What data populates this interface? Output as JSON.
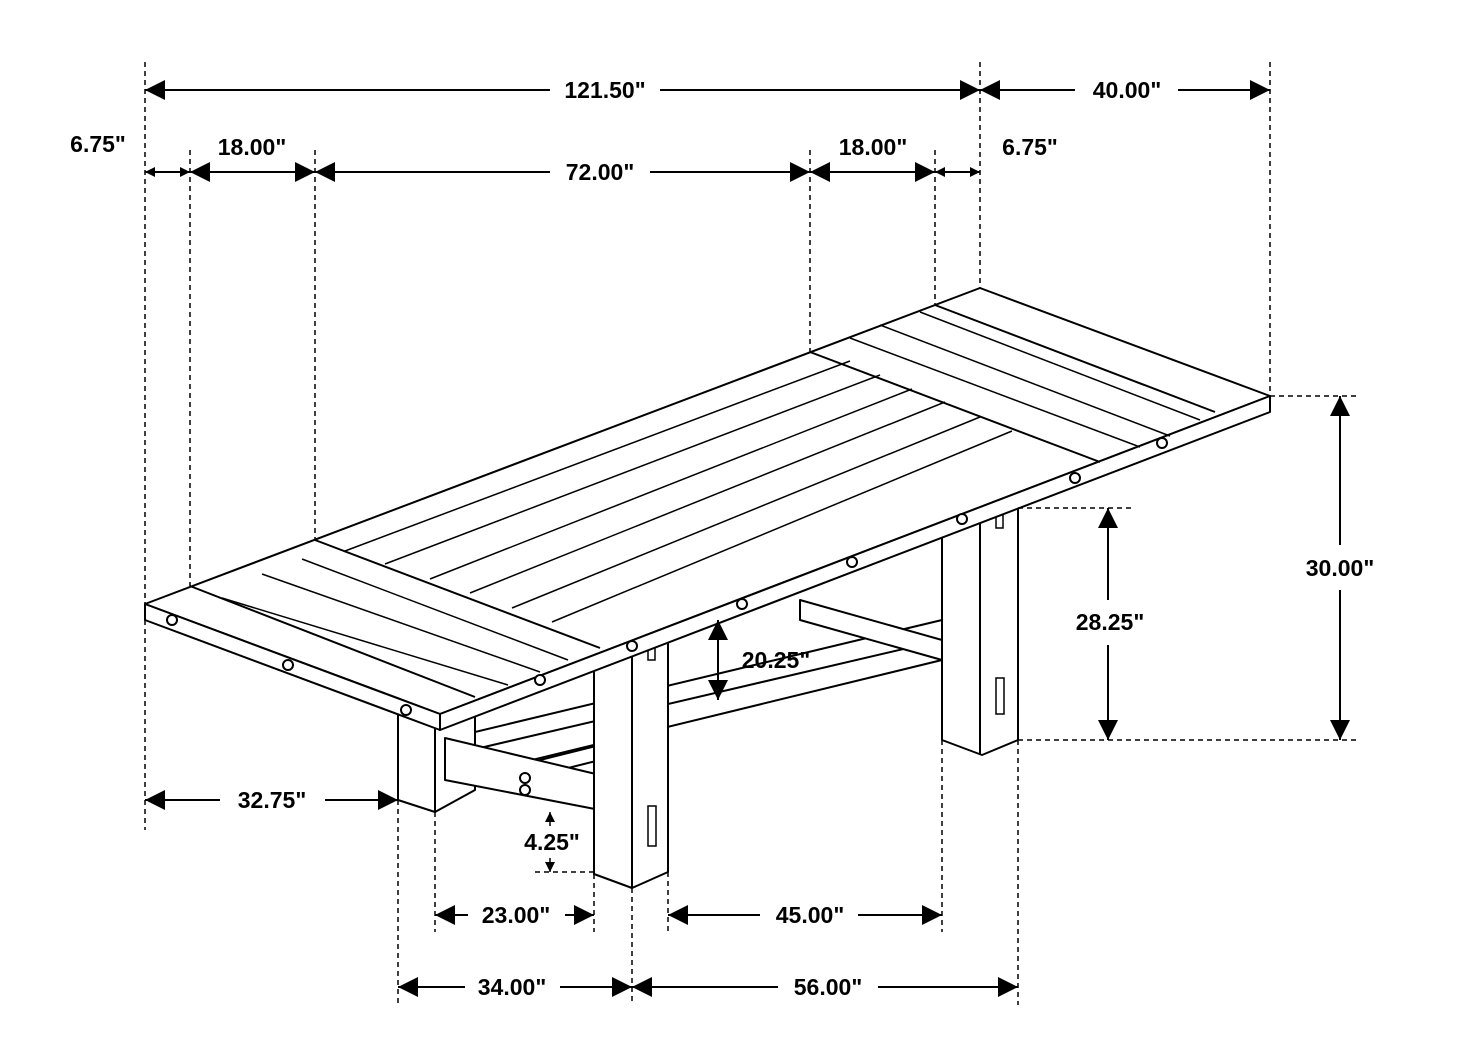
{
  "dimensions": {
    "overall_length": "121.50\"",
    "leaf_width": "40.00\"",
    "left_overhang": "6.75\"",
    "left_leaf": "18.00\"",
    "center_section": "72.00\"",
    "right_leaf": "18.00\"",
    "right_overhang": "6.75\"",
    "overall_height": "30.00\"",
    "apron_clearance": "28.25\"",
    "stretcher_height": "20.25\"",
    "foot_height": "4.25\"",
    "end_overhang": "32.75\"",
    "trestle_inset": "23.00\"",
    "trestle_spacing_inner": "45.00\"",
    "base_depth": "34.00\"",
    "base_length": "56.00\""
  }
}
